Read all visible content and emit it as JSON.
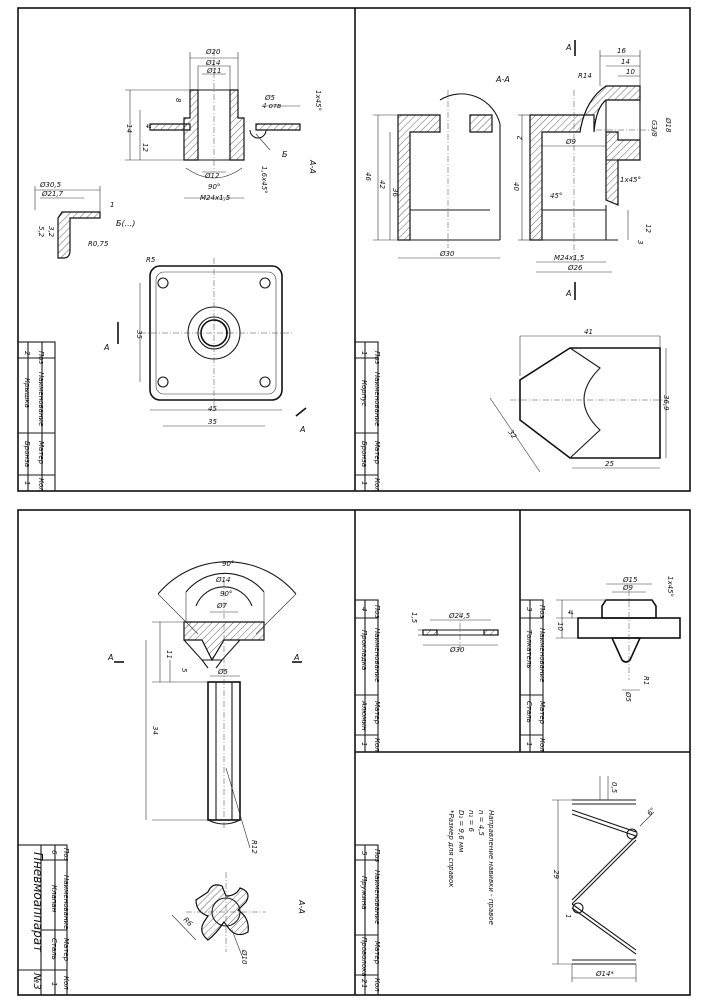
{
  "sheet_title": "Пневмоаппарат",
  "sheet_number": "№3",
  "title_block_headers": {
    "pos": "Поз",
    "name": "Наименование",
    "material": "Матер",
    "qty": "Кол"
  },
  "parts": {
    "kryshka": {
      "pos": "2",
      "name": "Крышка",
      "material": "Бронза",
      "qty": "1"
    },
    "korpus": {
      "pos": "1",
      "name": "Корпус",
      "material": "Бронза",
      "qty": "1"
    },
    "klapan": {
      "pos": "6",
      "name": "Клапан",
      "material": "Сталь",
      "qty": "1"
    },
    "prokladka": {
      "pos": "4",
      "name": "Прокладка",
      "material": "Алюмин",
      "qty": "1"
    },
    "tolkatel": {
      "pos": "3",
      "name": "Толкатель",
      "material": "Сталь",
      "qty": "1"
    },
    "pruzhina": {
      "pos": "5",
      "name": "Пружина",
      "material": "Проволока 2",
      "qty": "1"
    }
  },
  "kryshka_dims": {
    "d20": "Ø20",
    "d14": "Ø14",
    "d11": "Ø11",
    "d5": "Ø5",
    "holes": "4 отв",
    "chamfer1": "1х45°",
    "h8": "8",
    "h4": "4",
    "h12": "12",
    "h14": "14",
    "b": "Б",
    "d12": "Ø12",
    "chamfer16": "1,6х45°",
    "angle90": "90°",
    "thread": "М24х1,5",
    "section": "А-А",
    "d305": "Ø30,5",
    "d217": "Ø21,7",
    "one": "1",
    "h32": "3,2",
    "h52": "5,2",
    "r075": "R0,75",
    "view_b": "Б(...)",
    "r5": "R5",
    "s35v": "35",
    "s35": "35",
    "s45": "45",
    "a": "А"
  },
  "korpus_dims": {
    "section": "А-А",
    "a": "А",
    "w16": "16",
    "w14": "14",
    "w10": "10",
    "r14": "R14",
    "two": "2",
    "d9": "Ø9",
    "g38": "G3/8",
    "d18": "Ø18",
    "chamfer": "1х45°",
    "h46": "46",
    "h42": "42",
    "h36": "36",
    "h40": "40",
    "ang45": "45°",
    "h12": "12",
    "h3": "3",
    "d30": "Ø30",
    "thread": "М24х1,5",
    "d26": "Ø26",
    "w41": "41",
    "h369": "36,9",
    "d32": "32",
    "w25": "25"
  },
  "klapan_dims": {
    "ang90o": "90°",
    "d14": "Ø14",
    "ang90i": "90°",
    "d7": "Ø7",
    "a": "А",
    "h11": "11",
    "h5": "5",
    "d5": "Ø5",
    "h34": "34",
    "r12": "R12",
    "section": "А-А",
    "r6": "R6",
    "d10": "Ø10"
  },
  "prokladka_dims": {
    "d245": "Ø24,5",
    "d30": "Ø30",
    "t15": "1,5"
  },
  "tolkatel_dims": {
    "d15": "Ø15",
    "d9": "Ø9",
    "chamfer": "1х45°",
    "h4": "4",
    "h10": "10",
    "r1": "R1",
    "d5": "Ø5"
  },
  "pruzhina_dims": {
    "d05": "0,5",
    "ang6": "6°",
    "h29": "29",
    "one": "1",
    "d14": "Ø14*",
    "notes": [
      "Направление навивки - правое",
      "n = 4,5",
      "n₁ = 6",
      "D₁ = 9,6 мм",
      "*Размер для справок"
    ]
  }
}
